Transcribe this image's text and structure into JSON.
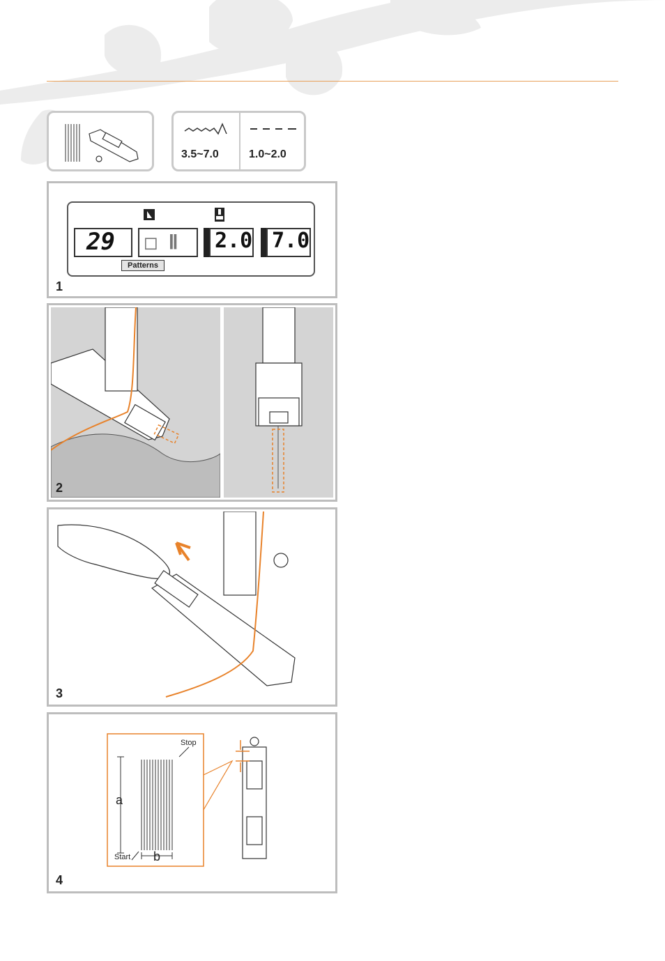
{
  "settings": {
    "stitch_width_range": "3.5~7.0",
    "stitch_length_range": "1.0~2.0"
  },
  "steps": {
    "step1": "1",
    "step2": "2",
    "step3": "3",
    "step4": "4"
  },
  "lcd": {
    "pattern_number": "29",
    "mode_text": "□ Ⅱ",
    "length_value": "2.0",
    "width_value": "7.0",
    "patterns_label": "Patterns"
  },
  "diagram4": {
    "stop_label": "Stop",
    "start_label": "Start",
    "a_label": "a",
    "b_label": "b"
  },
  "colors": {
    "accent": "#e8822a",
    "panel_border": "#bdbdbd",
    "panel_gray": "#d4d4d4",
    "leaf": "#ececec"
  },
  "icons": {
    "buttonhole_foot": "buttonhole-foot-icon",
    "zigzag": "zigzag-icon",
    "dash_line": "dash-line-icon",
    "needle_position": "needle-position-icon",
    "push_button": "push-button-icon"
  }
}
